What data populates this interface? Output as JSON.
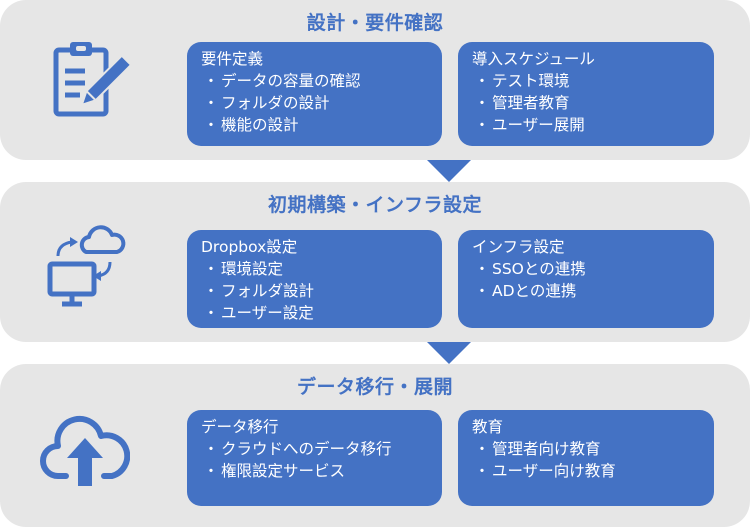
{
  "colors": {
    "accent": "#4472c4",
    "panel": "#e6e6e6",
    "card_text": "#ffffff"
  },
  "bullet_glyph": "・",
  "phases": [
    {
      "title": "設計・要件確認",
      "icon": "clipboard-pencil-icon",
      "cards": [
        {
          "title": "要件定義",
          "items": [
            "データの容量の確認",
            "フォルダの設計",
            "機能の設計"
          ]
        },
        {
          "title": "導入スケジュール",
          "items": [
            "テスト環境",
            "管理者教育",
            "ユーザー展開"
          ]
        }
      ]
    },
    {
      "title": "初期構築・インフラ設定",
      "icon": "monitor-cloud-sync-icon",
      "cards": [
        {
          "title": "Dropbox設定",
          "items": [
            "環境設定",
            "フォルダ設計",
            "ユーザー設定"
          ]
        },
        {
          "title": "インフラ設定",
          "items": [
            "SSOとの連携",
            "ADとの連携"
          ]
        }
      ]
    },
    {
      "title": "データ移行・展開",
      "icon": "cloud-upload-icon",
      "cards": [
        {
          "title": "データ移行",
          "items": [
            "クラウドへのデータ移行",
            "権限設定サービス"
          ]
        },
        {
          "title": "教育",
          "items": [
            "管理者向け教育",
            "ユーザー向け教育"
          ]
        }
      ]
    }
  ]
}
